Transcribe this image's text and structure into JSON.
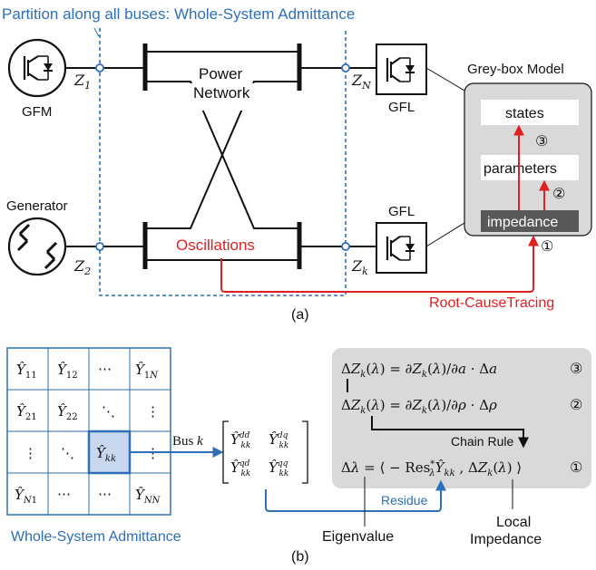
{
  "colors": {
    "blue": "#2e6fb8",
    "red": "#e02020",
    "grey_box": "#d9d9d9",
    "dark_box": "#595959",
    "grid_blue": "#2e6fb8",
    "highlight_cell": "#c7d7ee"
  },
  "panel_a": {
    "partition_title": "Partition along all buses: Whole-System Admittance",
    "gfm_label": "GFM",
    "generator_label": "Generator",
    "gfl_top_label": "GFL",
    "gfl_bottom_label": "GFL",
    "power_network_line1": "Power",
    "power_network_line2": "Network",
    "oscillations": "Oscillations",
    "impedance_labels": {
      "z1": "Z",
      "z1_sub": "1",
      "z2": "Z",
      "z2_sub": "2",
      "zN": "Z",
      "zN_sub": "N",
      "zk": "Z",
      "zk_sub": "k"
    },
    "greybox": {
      "title": "Grey-box Model",
      "states": "states",
      "parameters": "parameters",
      "impedance": "impedance",
      "step1": "①",
      "step2": "②",
      "step3": "③"
    },
    "root_cause": "Root-CauseTracing",
    "caption": "(a)"
  },
  "panel_b": {
    "matrix_cells": [
      [
        "Ŷ11",
        "Ŷ12",
        "⋯",
        "Ŷ1N"
      ],
      [
        "Ŷ21",
        "Ŷ22",
        "⋱",
        "⋮"
      ],
      [
        "⋮",
        "⋱",
        "Ŷkk",
        "⋮"
      ],
      [
        "ŶN1",
        "⋯",
        "⋯",
        "ŶNN"
      ]
    ],
    "bus_label": "Bus k",
    "submatrix": [
      "Ŷkk^dd",
      "Ŷkk^dq",
      "Ŷkk^qd",
      "Ŷkk^qq"
    ],
    "eq3": "ΔZk(λ) = ∂Zk(λ)/∂a · Δa",
    "eq2": "ΔZk(λ) = ∂Zk(λ)/∂ρ · Δρ",
    "chain_rule": "Chain Rule",
    "eq1": "Δλ = ⟨ −Res*λ Ŷkk , ΔZk(λ) ⟩",
    "num3": "③",
    "num2": "②",
    "num1": "①",
    "residue": "Residue",
    "whole_system": "Whole-System Admittance",
    "eigenvalue": "Eigenvalue",
    "local_line1": "Local",
    "local_line2": "Impedance",
    "caption": "(b)"
  }
}
